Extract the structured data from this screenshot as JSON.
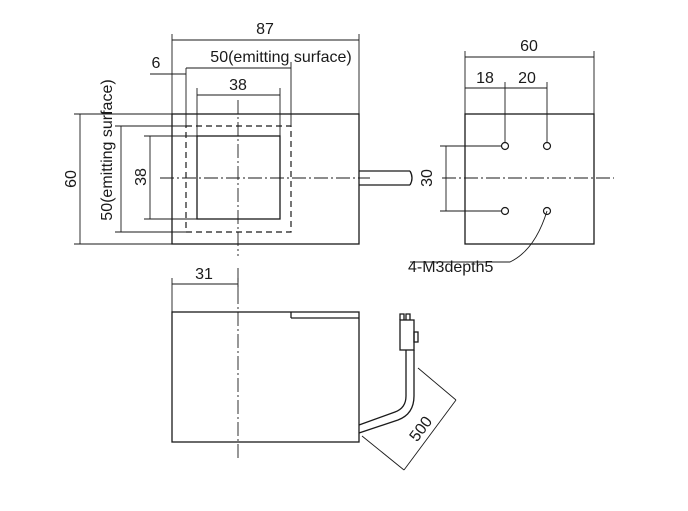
{
  "front_view": {
    "overall_length": "87",
    "offset": "6",
    "surface_width": "50(emitting surface)",
    "inner_width": "38",
    "height": "60",
    "surface_height": "50(emitting surface)",
    "inner_height": "38"
  },
  "side_view": {
    "overall_width": "60",
    "hole_offset_a": "18",
    "hole_offset_b": "20",
    "hole_vertical_spacing": "30",
    "thread_callout": "4-M3depth5"
  },
  "top_view": {
    "center_offset": "31",
    "cable_length": "500"
  }
}
